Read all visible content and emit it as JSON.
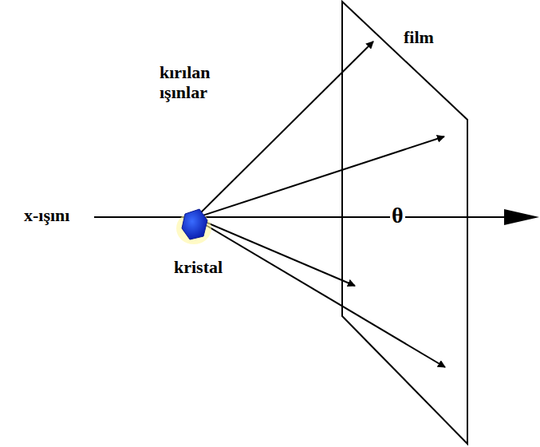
{
  "diagram": {
    "labels": [
      "x-ışını",
      "kırılan ışınlar",
      "kristal",
      "film",
      "θ"
    ]
  }
}
